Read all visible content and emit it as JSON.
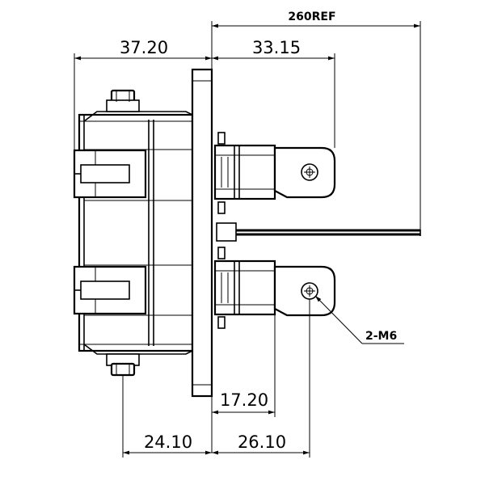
{
  "dimensions": {
    "overall_cable_length": "260REF",
    "rear_depth": "37.20",
    "terminal_depth": "33.15",
    "flange_to_connector": "17.20",
    "screw_offset": "24.10",
    "hole_offset": "26.10"
  },
  "callouts": {
    "terminal_holes": "2-M6"
  }
}
